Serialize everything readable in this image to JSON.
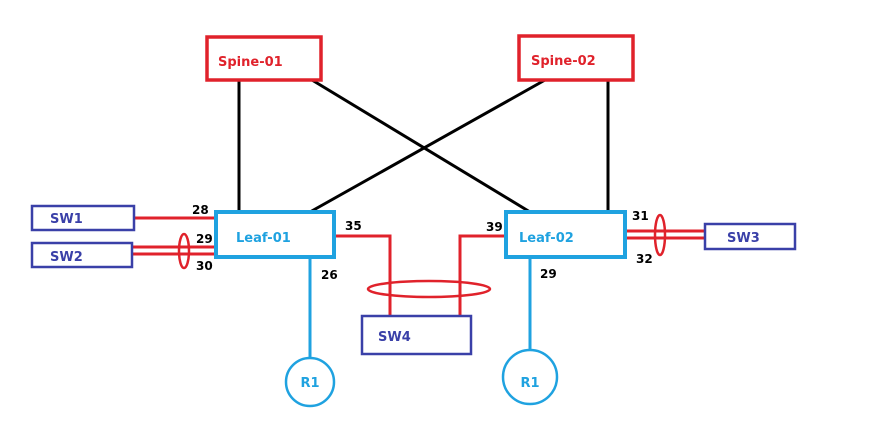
{
  "colors": {
    "spine": "#e0222b",
    "leaf": "#1fa2e0",
    "switch": "#3a40a8",
    "uplink": "#000000",
    "access_link": "#e0222b",
    "router": "#1fa2e0",
    "port_text": "#000000"
  },
  "nodes": {
    "spine1": "Spine-01",
    "spine2": "Spine-02",
    "leaf1": "Leaf-01",
    "leaf2": "Leaf-02",
    "sw1": "SW1",
    "sw2": "SW2",
    "sw3": "SW3",
    "sw4": "SW4",
    "r1_left": "R1",
    "r1_right": "R1"
  },
  "ports": {
    "leaf1_sw1": "28",
    "leaf1_sw2_a": "29",
    "leaf1_sw2_b": "30",
    "leaf1_sw4": "35",
    "leaf1_r1": "26",
    "leaf2_sw4": "39",
    "leaf2_sw3_a": "31",
    "leaf2_sw3_b": "32",
    "leaf2_r1": "29"
  }
}
